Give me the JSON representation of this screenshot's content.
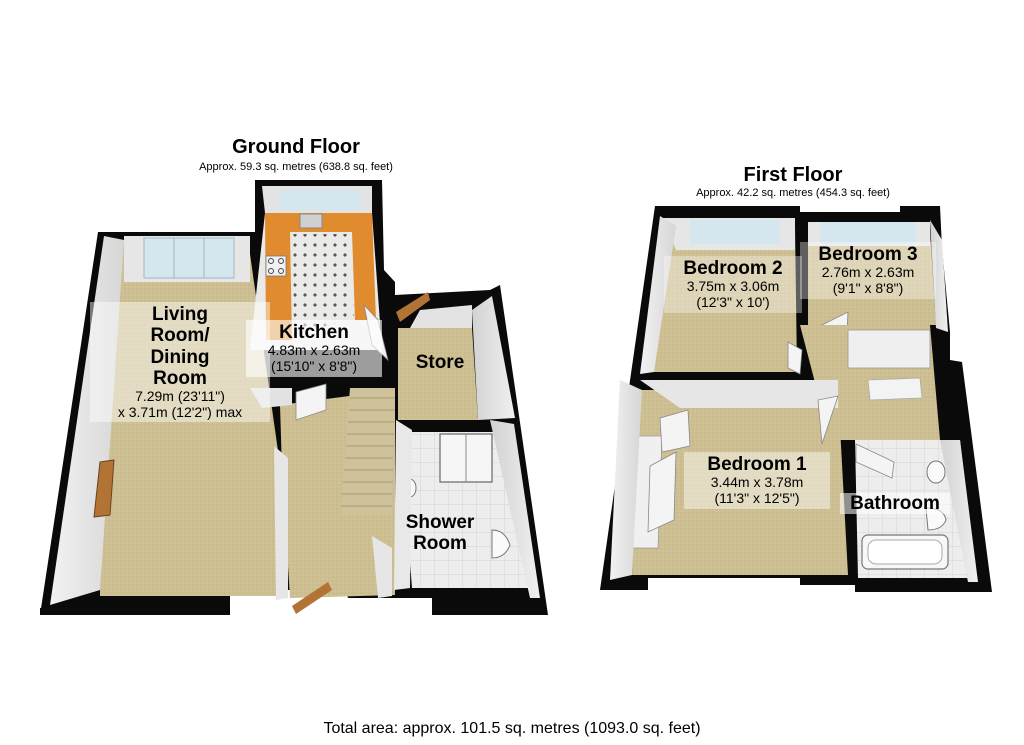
{
  "floors": [
    {
      "id": "ground",
      "title": "Ground Floor",
      "area": "Approx. 59.3 sq. metres (638.8 sq. feet)",
      "rooms": [
        {
          "id": "living",
          "name_lines": [
            "Living",
            "Room/",
            "Dining",
            "Room"
          ],
          "metric": "7.29m (23'11\")",
          "imperial": "x 3.71m (12'2\") max"
        },
        {
          "id": "kitchen",
          "name_lines": [
            "Kitchen"
          ],
          "metric": "4.83m x 2.63m",
          "imperial": "(15'10\" x 8'8\")"
        },
        {
          "id": "store",
          "name_lines": [
            "Store"
          ],
          "metric": "",
          "imperial": ""
        },
        {
          "id": "shower",
          "name_lines": [
            "Shower",
            "Room"
          ],
          "metric": "",
          "imperial": ""
        }
      ]
    },
    {
      "id": "first",
      "title": "First Floor",
      "area": "Approx. 42.2 sq. metres (454.3 sq. feet)",
      "rooms": [
        {
          "id": "bed2",
          "name_lines": [
            "Bedroom 2"
          ],
          "metric": "3.75m x 3.06m",
          "imperial": "(12'3\" x 10')"
        },
        {
          "id": "bed3",
          "name_lines": [
            "Bedroom 3"
          ],
          "metric": "2.76m x 2.63m",
          "imperial": "(9'1\" x 8'8\")"
        },
        {
          "id": "bed1",
          "name_lines": [
            "Bedroom 1"
          ],
          "metric": "3.44m x 3.78m",
          "imperial": "(11'3\" x 12'5\")"
        },
        {
          "id": "bath",
          "name_lines": [
            "Bathroom"
          ],
          "metric": "",
          "imperial": ""
        }
      ]
    }
  ],
  "total_area": "Total area: approx. 101.5 sq. metres (1093.0 sq. feet)",
  "colors": {
    "wall": "#0a0a0a",
    "wall_inner": "#e4e4e4",
    "carpet": "#cdbf92",
    "kitchen_floor": "#e9eae8",
    "tile": "#ececec",
    "worktop": "#e08c2e",
    "door": "#b17435",
    "window": "#d4e6ee"
  }
}
